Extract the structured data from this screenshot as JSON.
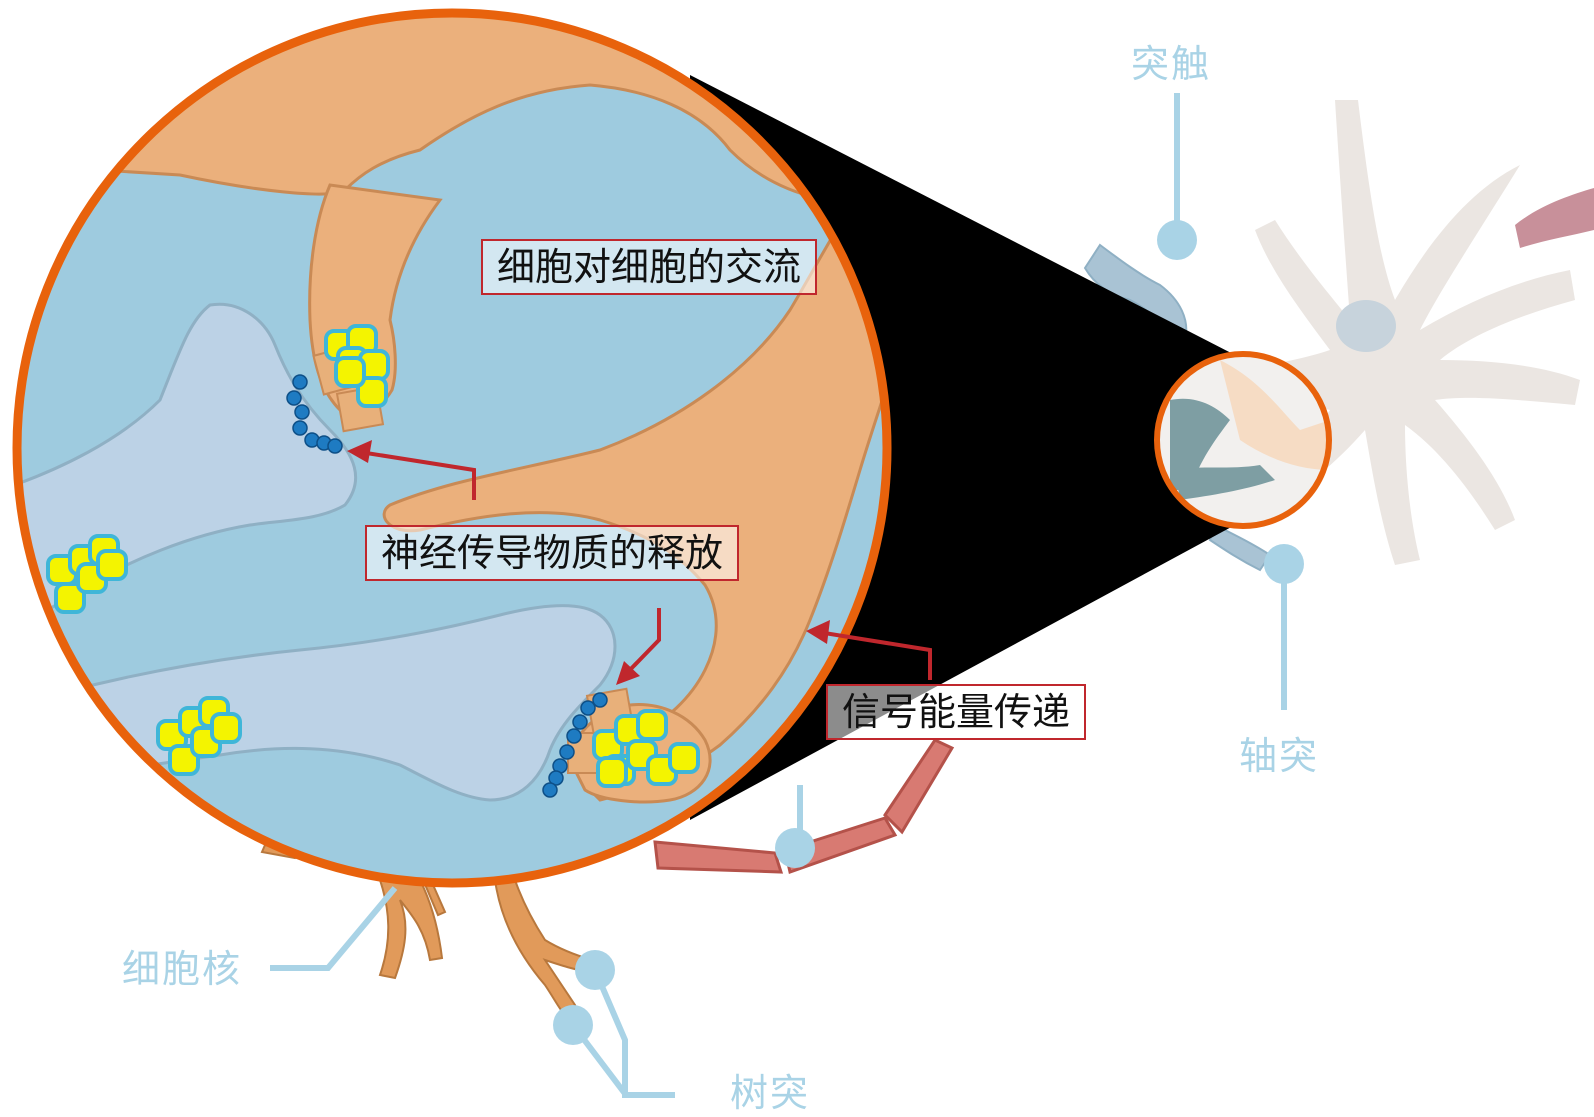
{
  "callouts": {
    "cell_communication": "细胞对细胞的交流",
    "neurotransmitter_release": "神经传导物质的释放",
    "signal_transmission": "信号能量传递"
  },
  "parts": {
    "synapse": "突触",
    "axon": "轴突",
    "nucleus": "细胞核",
    "dendrite": "树突"
  },
  "colors": {
    "lens_ring": "#e8620c",
    "fluid": "#9ecbdf",
    "neuron_tan": "#ebb07c",
    "receptor_blue": "#bcd2e6",
    "leader_line": "#a9d3e6",
    "arrow": "#c0272d",
    "vesicle": "#f4f400",
    "vesicle_edge": "#3fb6d8",
    "myelin": "#d87a72",
    "neuron_ghost": "#ebe6e2"
  }
}
